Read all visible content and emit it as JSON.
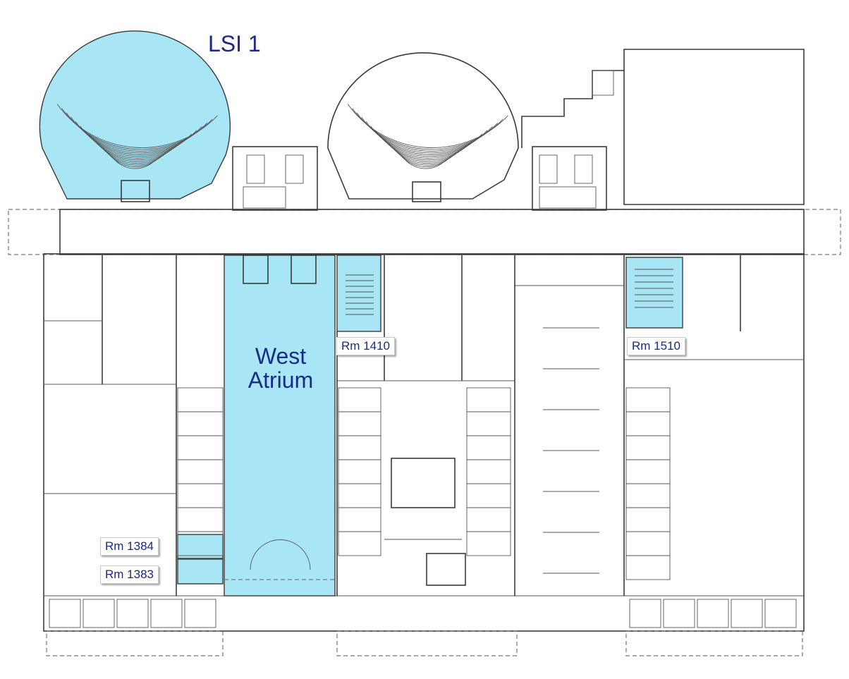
{
  "labels": {
    "lsi": "LSI 1",
    "atrium_line1": "West",
    "atrium_line2": "Atrium",
    "rm1410": "Rm 1410",
    "rm1510": "Rm 1510",
    "rm1384": "Rm 1384",
    "rm1383": "Rm 1383"
  },
  "colors": {
    "highlight": "#a8e6f5",
    "label_text": "#1a2a8a",
    "walls": "#3a3a3a"
  }
}
